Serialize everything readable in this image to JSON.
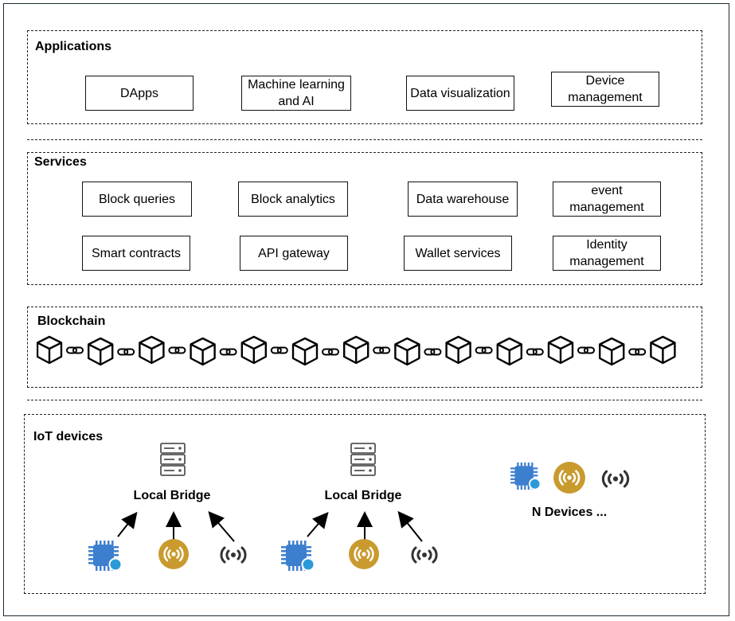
{
  "layers": {
    "applications": {
      "title": "Applications",
      "items": [
        "DApps",
        "Machine learning and AI",
        "Data visualization",
        "Device management"
      ]
    },
    "services": {
      "title": "Services",
      "row1": [
        "Block queries",
        "Block analytics",
        "Data warehouse",
        "event management"
      ],
      "row2": [
        "Smart contracts",
        "API gateway",
        "Wallet services",
        "Identity management"
      ]
    },
    "blockchain": {
      "title": "Blockchain",
      "block_count": 13
    },
    "iot": {
      "title": "IoT devices",
      "bridge1_label": "Local Bridge",
      "bridge2_label": "Local Bridge",
      "n_devices_label": "N Devices ..."
    }
  },
  "colors": {
    "chip": "#3d7fcf",
    "chip_dot": "#2a9bd8",
    "sensor": "#c99a2e",
    "signal": "#333333"
  },
  "icons": [
    "server-icon",
    "arrow-icon",
    "microchip-icon",
    "sensor-icon",
    "wireless-signal-icon",
    "block-cube-icon",
    "chain-link-icon"
  ]
}
